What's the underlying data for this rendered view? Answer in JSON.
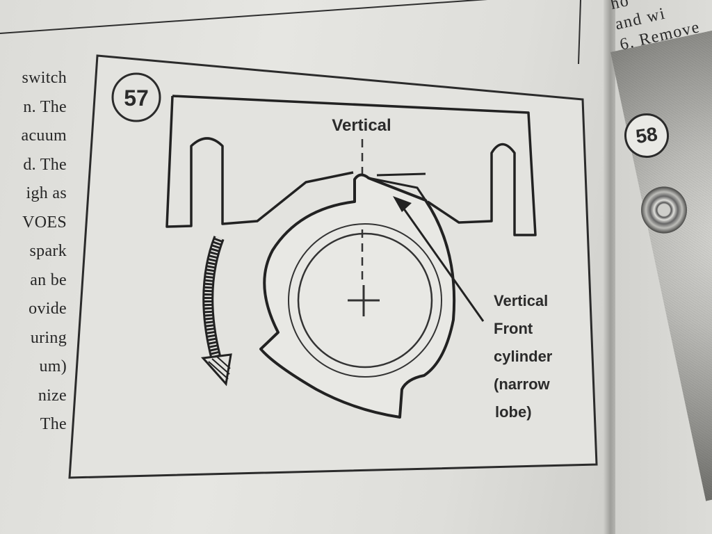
{
  "left_column": {
    "lines": [
      "switch",
      "n. The",
      "acuum",
      "d. The",
      "igh as",
      "VOES",
      "spark",
      "an be",
      "ovide",
      "uring",
      "um)",
      "nize",
      "The"
    ]
  },
  "figure57": {
    "number": "57",
    "vertical_label": "Vertical",
    "callout": [
      "Vertical",
      "Front",
      "cylinder",
      "(narrow",
      "lobe)"
    ]
  },
  "right_column": {
    "lines": [
      "ho",
      "and wi",
      "6. Remove"
    ],
    "figure_number": "58"
  }
}
